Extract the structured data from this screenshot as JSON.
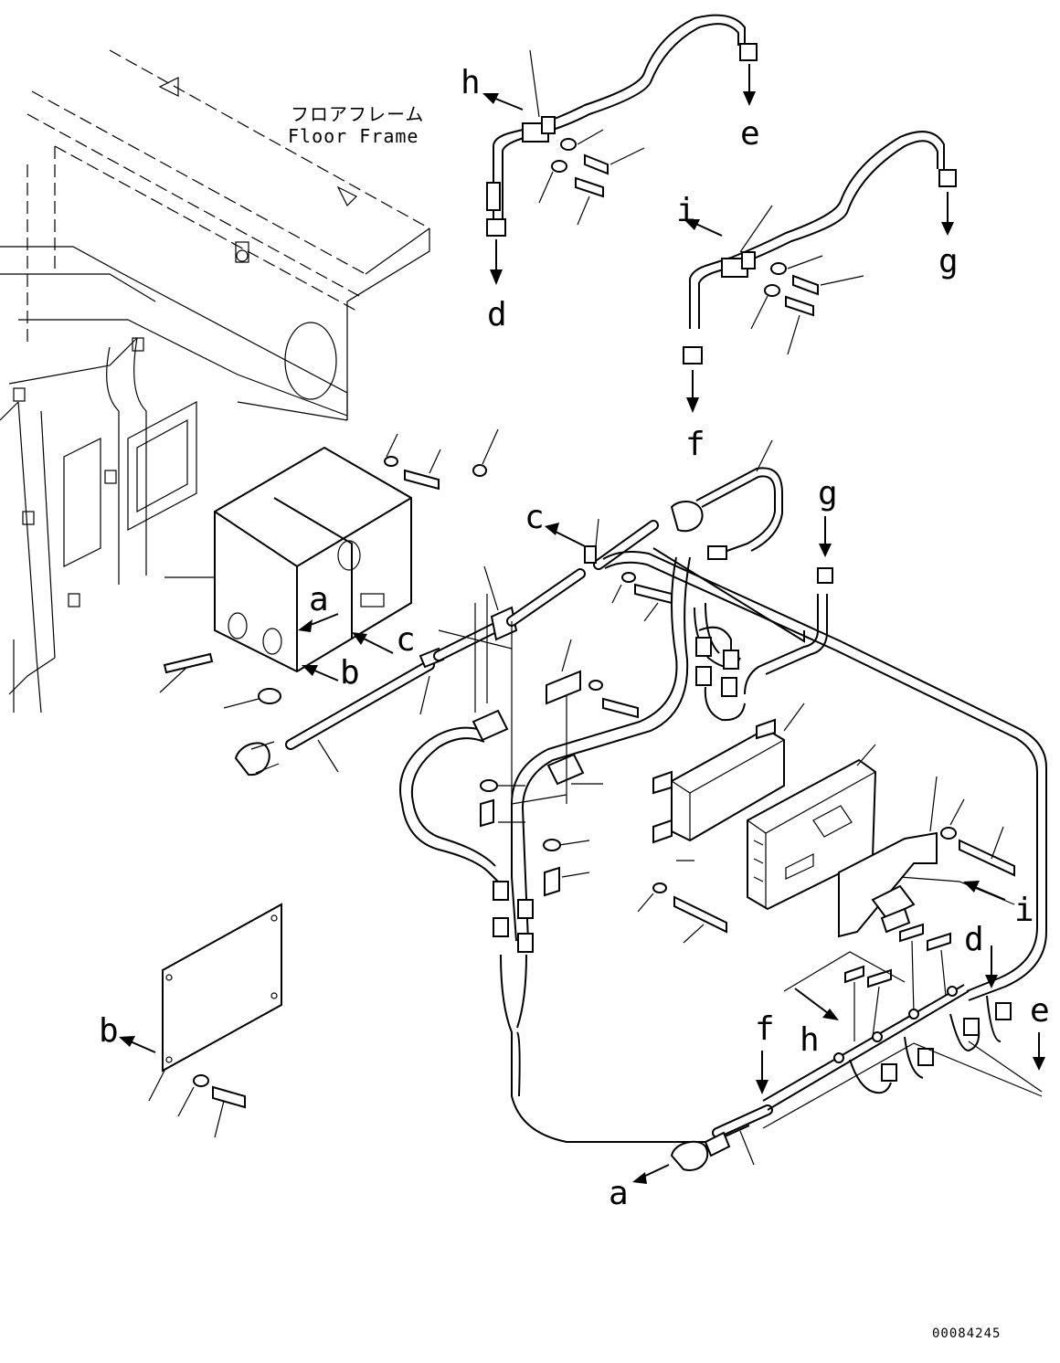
{
  "floor_frame": {
    "label_jp": "フロアフレーム",
    "label_en": "Floor Frame"
  },
  "callouts": {
    "a_box": "a",
    "b_box": "b",
    "c_box": "c",
    "c_harness": "c",
    "h_top": "h",
    "e_top": "e",
    "d_top": "d",
    "i_top": "i",
    "g_top": "g",
    "f_top": "f",
    "g_mid": "g",
    "b_plate": "b",
    "i_right": "i",
    "d_right": "d",
    "e_right": "e",
    "f_bottom": "f",
    "h_bottom": "h",
    "a_bottom": "a"
  },
  "drawing_code": "00084245"
}
